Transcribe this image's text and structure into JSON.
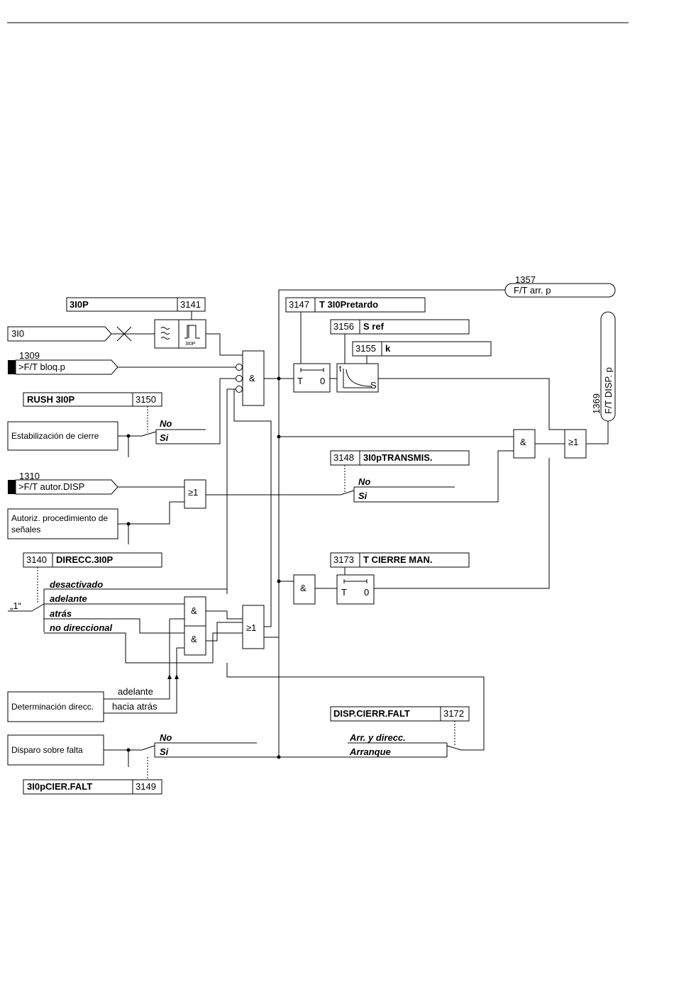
{
  "params": {
    "p3141": {
      "name": "3I0P",
      "num": "3141"
    },
    "p3150": {
      "name": "RUSH 3I0P",
      "num": "3150"
    },
    "p3140": {
      "name": "DIRECC.3I0P",
      "num": "3140"
    },
    "p3147": {
      "name": "T 3I0Pretardo",
      "num": "3147"
    },
    "p3156": {
      "name": "S ref",
      "num": "3156"
    },
    "p3155": {
      "name": "k",
      "num": "3155"
    },
    "p3148": {
      "name": "3I0pTRANSMIS.",
      "num": "3148"
    },
    "p3173": {
      "name": "T CIERRE MAN.",
      "num": "3173"
    },
    "p3172": {
      "name": "DISP.CIERR.FALT",
      "num": "3172"
    },
    "p3149": {
      "name": "3I0pCIER.FALT",
      "num": "3149"
    }
  },
  "inputs": {
    "i3i0": "3I0",
    "bloq": {
      "num": "1309",
      "label": ">F/T bloq.p"
    },
    "autor": {
      "num": "1310",
      "label": ">F/T autor.DISP"
    }
  },
  "outputs": {
    "arr": {
      "num": "1357",
      "label": "F/T arr. p"
    },
    "disp": {
      "num": "1369",
      "label": "F/T DISP. p"
    }
  },
  "boxes": {
    "estab": "Estabilización de cierre",
    "autoriz1": "Autoriz. procedimiento de",
    "autoriz2": "señales",
    "determ": "Determinación direcc.",
    "disparo": "Disparo sobre falta"
  },
  "switch_labels": {
    "no": "No",
    "si": "Si",
    "desactivado": "desactivado",
    "adelante": "adelante",
    "atras": "atrás",
    "nodir": "no direccional",
    "arr_dir": "Arr. y direcc.",
    "arranque": "Arranque",
    "one": "„1“"
  },
  "dir_outputs": {
    "adelante": "adelante",
    "hacia": "hacia atrás"
  },
  "gates": {
    "and": "&",
    "or": "≥1"
  },
  "timer": {
    "t": "T",
    "zero": "0",
    "tsym": "t",
    "ssym": "S"
  },
  "filter_label": "3I0P"
}
